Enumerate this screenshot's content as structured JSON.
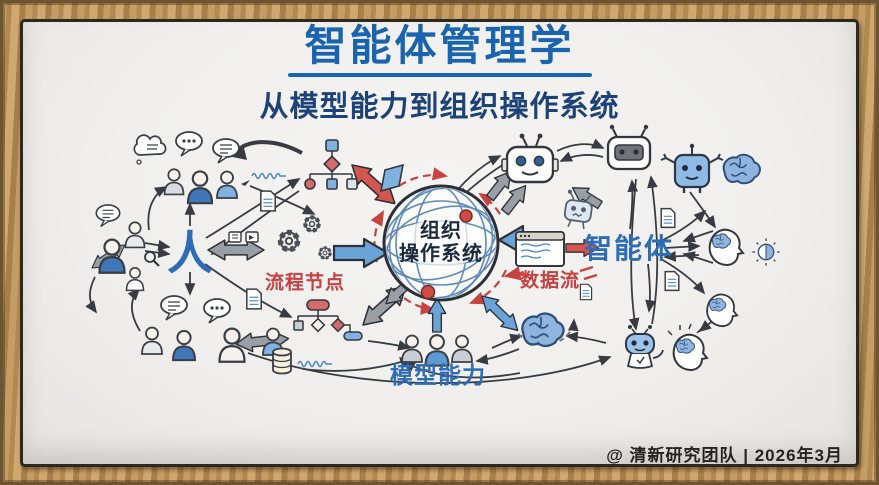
{
  "header": {
    "title": "智能体管理学",
    "subtitle": "从模型能力到组织操作系统"
  },
  "diagram": {
    "left_node": "人",
    "center_node_line1": "组织",
    "center_node_line2": "操作系统",
    "right_node": "智能体",
    "label_process_nodes": "流程节点",
    "label_data_flow": "数据流",
    "label_model_capability": "模型能力"
  },
  "watermark": {
    "text": "@ 清新研究团队 | 2026年3月"
  },
  "colors": {
    "title_blue": "#1a63af",
    "subtitle_navy": "#1d4179",
    "node_blue": "#2e6cb8",
    "accent_red": "#c84140",
    "ink": "#383c42",
    "arrow_gray": "#9a9fa5",
    "arrow_blue_fill": "#6aa3d8",
    "arrow_red_fill": "#d4564f",
    "board_bg": "#f0efed",
    "wood_frame": "#b98f58"
  },
  "icons": [
    "globe-icon",
    "person-icon",
    "people-group-icon",
    "speech-bubble-icon",
    "thought-cloud-icon",
    "gear-icon",
    "flowchart-icon",
    "document-icon",
    "database-icon",
    "browser-window-icon",
    "robot-head-icon",
    "robot-icon",
    "brain-icon",
    "head-brain-icon",
    "magnifier-icon",
    "signature-wave-icon"
  ]
}
